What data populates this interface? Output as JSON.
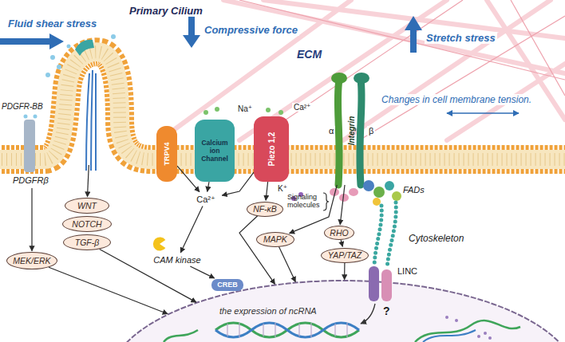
{
  "diagram": {
    "nodes": [
      {
        "text": [
          "Primary Cilium"
        ]
      },
      {
        "text": [
          "PDGFRβ"
        ]
      },
      {
        "text": [
          "WNT"
        ]
      },
      {
        "text": [
          "NOTCH"
        ]
      },
      {
        "text": [
          "TGF-β"
        ]
      },
      {
        "text": [
          "MEK/ERK"
        ]
      },
      {
        "text": [
          "TRPV4"
        ]
      },
      {
        "text": [
          "Calcium ion Channel"
        ]
      },
      {
        "text": [
          "Piezo 1,2"
        ]
      },
      {
        "text": [
          "Integrin"
        ]
      },
      {
        "text": [
          "Ca²⁺"
        ]
      },
      {
        "text": [
          "CAM kinase"
        ]
      },
      {
        "text": [
          "CREB"
        ]
      },
      {
        "text": [
          "NF-κB"
        ]
      },
      {
        "text": [
          "MAPK"
        ]
      },
      {
        "text": [
          "RHO"
        ]
      },
      {
        "text": [
          "YAP/TAZ"
        ]
      },
      {
        "text": [
          "the expression of ncRNA"
        ]
      }
    ],
    "edges": [
      {
        "from": 0,
        "to": 2,
        "arrow": "to"
      },
      {
        "from": 1,
        "to": 5,
        "arrow": "to"
      },
      {
        "from": 5,
        "to": 17,
        "arrow": "to"
      },
      {
        "from": 4,
        "to": 17,
        "arrow": "to"
      },
      {
        "from": 6,
        "to": 10,
        "arrow": "to"
      },
      {
        "from": 7,
        "to": 10,
        "arrow": "to"
      },
      {
        "from": 8,
        "to": 10,
        "arrow": "to"
      },
      {
        "from": 10,
        "to": 11,
        "arrow": "to"
      },
      {
        "from": 11,
        "to": 12,
        "arrow": "to"
      },
      {
        "from": 8,
        "to": 13,
        "arrow": "to"
      },
      {
        "from": 13,
        "to": 17,
        "arrow": "to"
      },
      {
        "from": 9,
        "to": 14,
        "arrow": "to"
      },
      {
        "from": 9,
        "to": 15,
        "arrow": "to"
      },
      {
        "from": 15,
        "to": 16,
        "arrow": "to"
      },
      {
        "from": 14,
        "to": 17,
        "arrow": "to"
      },
      {
        "from": 16,
        "to": 17,
        "arrow": "to"
      }
    ],
    "labels": [
      "Fluid shear stress",
      "Compressive force",
      "Stretch stress",
      "ECM",
      "Changes in cell membrane tension.",
      "PDGFR-BB",
      "Na⁺",
      "Ca²⁺",
      "K⁺",
      "α",
      "β",
      "Signaling molecules",
      "FADs",
      "Cytoskeleton",
      "LINC",
      "?"
    ]
  }
}
